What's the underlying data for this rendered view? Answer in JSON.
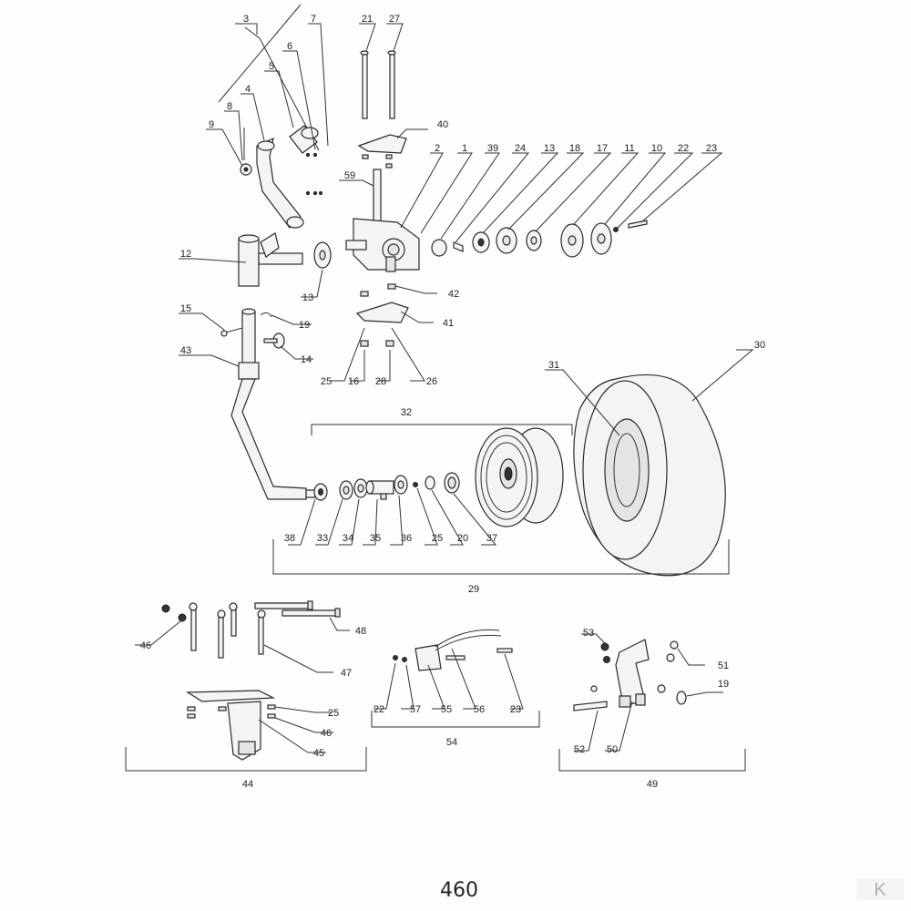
{
  "page_number": "460",
  "logo_text": "K",
  "colors": {
    "line": "#333333",
    "paper": "#fdfdfb",
    "logo": "#e6e6e6"
  },
  "labels": {
    "l3": "3",
    "l7": "7",
    "l6": "6",
    "l5": "5",
    "l4": "4",
    "l8": "8",
    "l9": "9",
    "l21": "21",
    "l27": "27",
    "l40": "40",
    "l59": "59",
    "l2": "2",
    "l1": "1",
    "l39": "39",
    "l24": "24",
    "l13a": "13",
    "l18": "18",
    "l17": "17",
    "l11": "11",
    "l10": "10",
    "l22a": "22",
    "l23a": "23",
    "l12": "12",
    "l13b": "13",
    "l42": "42",
    "l41": "41",
    "l15": "15",
    "l19a": "19",
    "l14": "14",
    "l43": "43",
    "l25a": "25",
    "l16": "16",
    "l28": "28",
    "l26": "26",
    "l30": "30",
    "l31": "31",
    "l32": "32",
    "l38": "38",
    "l33": "33",
    "l34": "34",
    "l35": "35",
    "l36": "36",
    "l25b": "25",
    "l20": "20",
    "l37": "37",
    "l29": "29",
    "l46a": "46",
    "l48": "48",
    "l47": "47",
    "l25c": "25",
    "l46b": "46",
    "l45": "45",
    "l44": "44",
    "l22b": "22",
    "l57": "57",
    "l55": "55",
    "l56": "56",
    "l23b": "23",
    "l54": "54",
    "l53": "53",
    "l51": "51",
    "l19b": "19",
    "l52": "52",
    "l50": "50",
    "l49": "49"
  }
}
